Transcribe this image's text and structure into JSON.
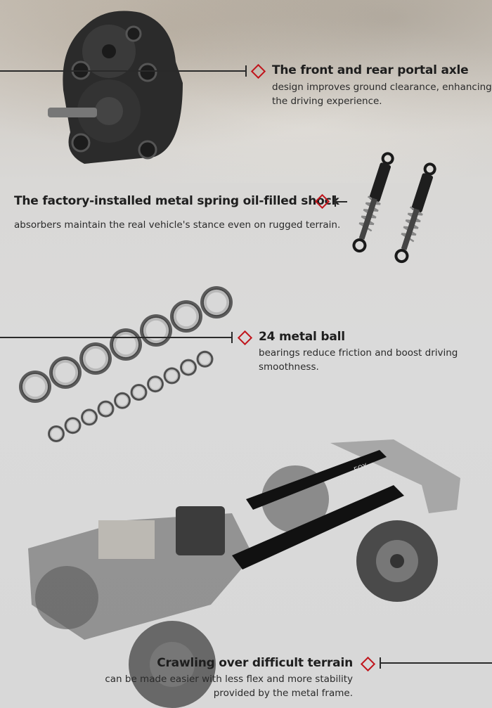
{
  "features": [
    {
      "title": "The front and rear portal axle",
      "desc": [
        "design improves ground clearance, enhancing",
        "the driving experience."
      ]
    },
    {
      "title": "The factory-installed metal spring oil-filled shock",
      "desc": [
        "absorbers maintain the real vehicle's stance even on rugged terrain."
      ]
    },
    {
      "title": "24 metal ball",
      "desc": [
        "bearings reduce friction and boost driving",
        "smoothness."
      ]
    },
    {
      "title": "Crawling over difficult terrain",
      "desc": [
        "can be made easier with less flex and more stability",
        "provided by the metal frame."
      ]
    }
  ],
  "colors": {
    "accent": "#c0151c",
    "line": "#2a2a2a"
  }
}
